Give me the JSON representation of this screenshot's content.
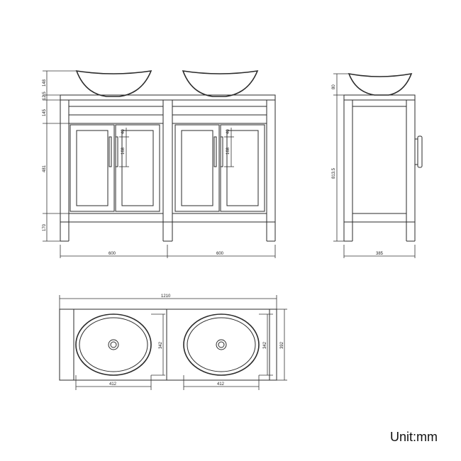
{
  "unit_label": "Unit:mm",
  "dims": {
    "front_width_left": "600",
    "front_width_right": "600",
    "height_basin": "148",
    "height_top": "12.5",
    "height_drawer": "145",
    "height_door": "481",
    "height_leg": "170",
    "handle_offset": "40",
    "handle_length": "168",
    "side_basin": "80",
    "side_height": "813.5",
    "side_depth": "385",
    "top_width": "1210",
    "top_depth": "392",
    "basin_width_left": "412",
    "basin_width_right": "412",
    "basin_depth_left": "342",
    "basin_depth_right": "342"
  }
}
